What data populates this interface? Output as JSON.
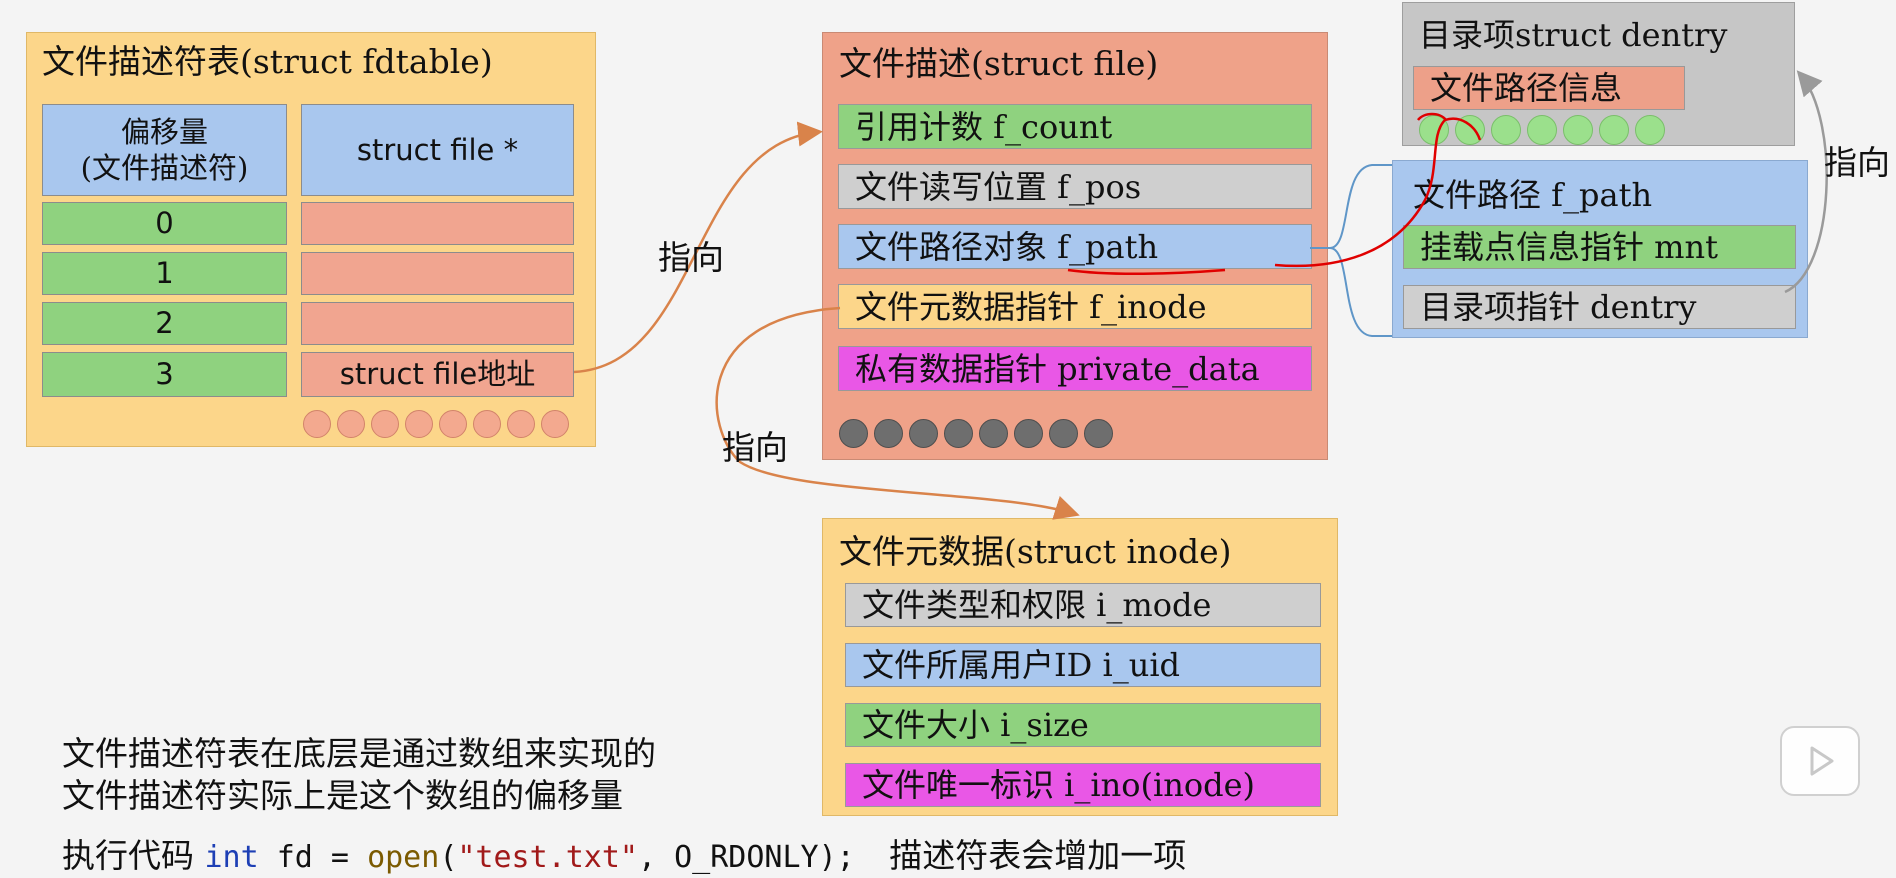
{
  "fdtable": {
    "title": "文件描述符表(struct fdtable)",
    "col_offset_header": "偏移量\n(文件描述符)",
    "col_file_header": "struct file *",
    "rows": [
      {
        "index": "0",
        "value": ""
      },
      {
        "index": "1",
        "value": ""
      },
      {
        "index": "2",
        "value": ""
      },
      {
        "index": "3",
        "value": "struct file地址"
      }
    ]
  },
  "file": {
    "title": "文件描述(struct file)",
    "fields": [
      "引用计数 f_count",
      "文件读写位置 f_pos",
      "文件路径对象 f_path",
      "文件元数据指针 f_inode",
      "私有数据指针 private_data"
    ]
  },
  "inode": {
    "title": "文件元数据(struct inode)",
    "fields": [
      "文件类型和权限 i_mode",
      "文件所属用户ID i_uid",
      "文件大小 i_size",
      "文件唯一标识 i_ino(inode)"
    ]
  },
  "dentry": {
    "title": "目录项struct dentry",
    "field": "文件路径信息"
  },
  "path": {
    "title": "文件路径 f_path",
    "fields": [
      "挂载点信息指针 mnt",
      "目录项指针 dentry"
    ]
  },
  "arrows": {
    "fdtable_to_file": "指向",
    "file_to_inode": "指向",
    "path_to_dentry": "指向"
  },
  "notes": {
    "line1": "文件描述符表在底层是通过数组来实现的",
    "line2": "文件描述符实际上是这个数组的偏移量",
    "exec_prefix": "执行代码",
    "code_kw": "int",
    "code_var": " fd = ",
    "code_fn": "open",
    "code_open_paren": "(",
    "code_str": "\"test.txt\"",
    "code_rest": ", O_RDONLY);",
    "exec_suffix": "描述符表会增加一项"
  },
  "colors": {
    "green": "#8fd27f",
    "gray": "#cfcfcf",
    "blue": "#a9c7ee",
    "yellow": "#fcd68a",
    "magenta": "#e957e6",
    "salmon": "#f1a590",
    "arrow": "#d9834a",
    "annotation": "#e00000"
  }
}
